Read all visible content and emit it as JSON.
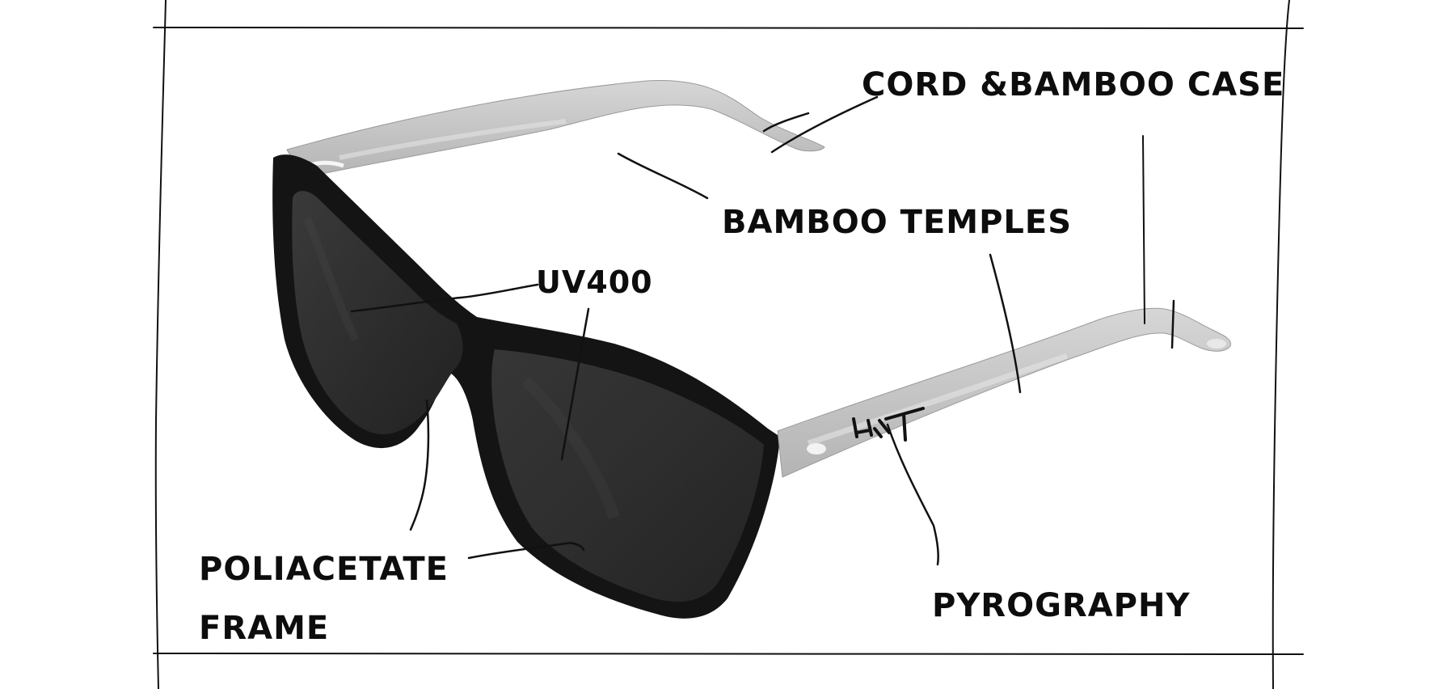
{
  "labels": {
    "cord_case": "CORD &BAMBOO CASE",
    "bamboo_temples": "BAMBOO TEMPLES",
    "uv400": "UV400",
    "poliacetate_line1": "POLIACETATE",
    "poliacetate_line2": "FRAME",
    "pyrography": "PYROGRAPHY"
  },
  "colors": {
    "ink": "#111111",
    "lens": "#2a2a2a",
    "frame": "#141414",
    "bamboo": "#c9c9c9",
    "bamboo_shade": "#a9a9a9",
    "paper": "#ffffff"
  },
  "icons": {
    "logo": "pyrography-logo-mark"
  }
}
